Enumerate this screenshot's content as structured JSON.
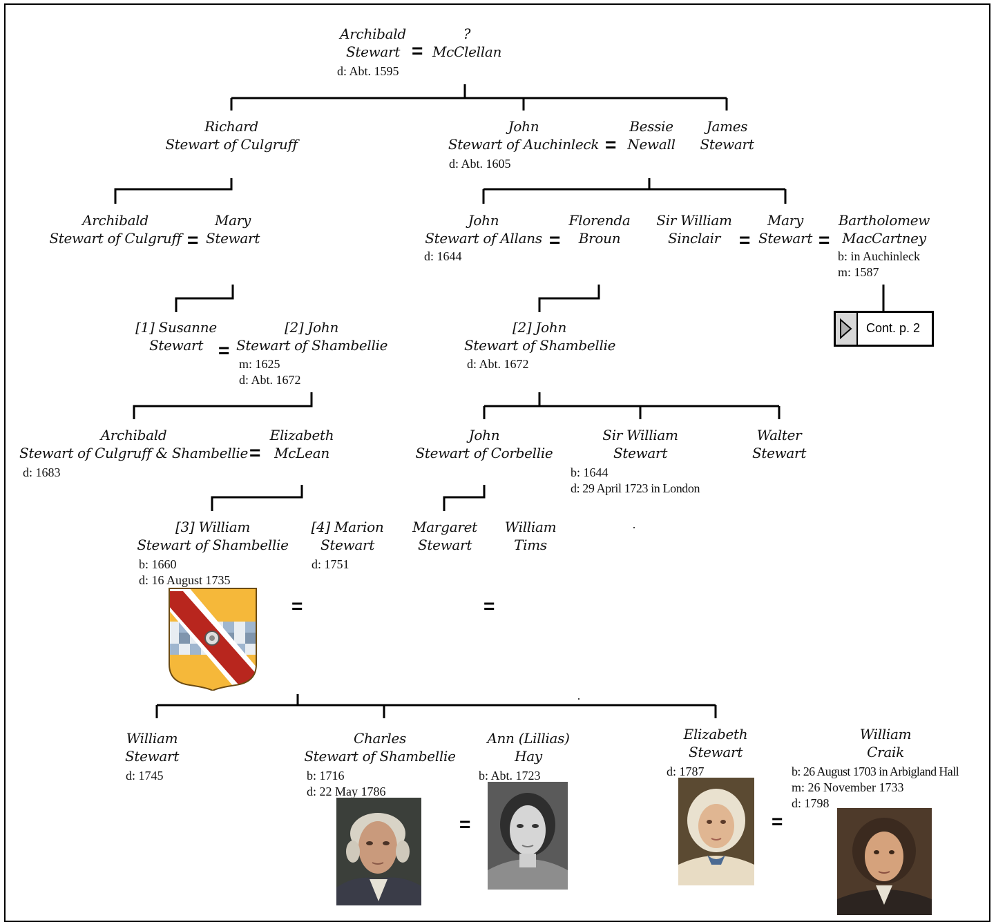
{
  "people": {
    "archibald_sr": {
      "name1": "Archibald",
      "name2": "Stewart",
      "details": [
        "d: Abt. 1595"
      ]
    },
    "mcclellan": {
      "name1": "?",
      "name2": "McClellan",
      "details": []
    },
    "richard": {
      "name1": "Richard",
      "name2": "Stewart of Culgruff",
      "details": []
    },
    "john_auchinleck": {
      "name1": "John",
      "name2": "Stewart of Auchinleck",
      "details": [
        "d: Abt. 1605"
      ]
    },
    "bessie": {
      "name1": "Bessie",
      "name2": "Newall",
      "details": []
    },
    "james": {
      "name1": "James",
      "name2": "Stewart",
      "details": []
    },
    "archibald_culgruff": {
      "name1": "Archibald",
      "name2": "Stewart of Culgruff",
      "details": []
    },
    "mary_stewart_1": {
      "name1": "Mary",
      "name2": "Stewart",
      "details": []
    },
    "john_allans": {
      "name1": "John",
      "name2": "Stewart of Allans",
      "details": [
        "d: 1644"
      ]
    },
    "florenda": {
      "name1": "Florenda",
      "name2": "Broun",
      "details": []
    },
    "sir_william_sinclair": {
      "name1": "Sir William",
      "name2": "Sinclair",
      "details": []
    },
    "mary_stewart_2": {
      "name1": "Mary",
      "name2": "Stewart",
      "details": []
    },
    "bartholomew": {
      "name1": "Bartholomew",
      "name2": "MacCartney",
      "details": [
        "b: in Auchinleck",
        "m: 1587"
      ]
    },
    "susanne": {
      "name1": "[1] Susanne",
      "name2": "Stewart",
      "details": []
    },
    "john_shambellie_a": {
      "name1": "[2] John",
      "name2": "Stewart of Shambellie",
      "details": [
        "m: 1625",
        "d: Abt. 1672"
      ]
    },
    "john_shambellie_b": {
      "name1": "[2] John",
      "name2": "Stewart of Shambellie",
      "details": [
        "d: Abt. 1672"
      ]
    },
    "archibald_cs": {
      "name1": "Archibald",
      "name2": "Stewart of Culgruff & Shambellie",
      "details": [
        "d: 1683"
      ]
    },
    "elizabeth_mclean": {
      "name1": "Elizabeth",
      "name2": "McLean",
      "details": []
    },
    "john_corbellie": {
      "name1": "John",
      "name2": "Stewart of Corbellie",
      "details": []
    },
    "sir_william_stewart": {
      "name1": "Sir William",
      "name2": "Stewart",
      "details": [
        "b: 1644",
        "d: 29 April 1723 in London"
      ]
    },
    "walter": {
      "name1": "Walter",
      "name2": "Stewart",
      "details": []
    },
    "william_shambellie": {
      "name1": "[3] William",
      "name2": "Stewart of Shambellie",
      "details": [
        "b: 1660",
        "d: 16 August 1735"
      ]
    },
    "marion": {
      "name1": "[4] Marion",
      "name2": "Stewart",
      "details": [
        "d: 1751"
      ]
    },
    "margaret": {
      "name1": "Margaret",
      "name2": "Stewart",
      "details": []
    },
    "william_tims": {
      "name1": "William",
      "name2": "Tims",
      "details": []
    },
    "william_stewart_jr": {
      "name1": "William",
      "name2": "Stewart",
      "details": [
        "d: 1745"
      ]
    },
    "charles": {
      "name1": "Charles",
      "name2": "Stewart of Shambellie",
      "details": [
        "b: 1716",
        "d: 22 May 1786"
      ]
    },
    "ann_hay": {
      "name1": "Ann (Lillias)",
      "name2": "Hay",
      "details": [
        "b: Abt. 1723"
      ]
    },
    "elizabeth_stewart": {
      "name1": "Elizabeth",
      "name2": "Stewart",
      "details": [
        "d: 1787"
      ]
    },
    "william_craik": {
      "name1": "William",
      "name2": "Craik",
      "details": [
        "b: 26 August 1703 in Arbigland Hall",
        "m: 26 November 1733",
        "d: 1798"
      ]
    }
  },
  "marriage_symbol": "=",
  "continuation": {
    "label": "Cont. p. 2"
  },
  "colors": {
    "line": "#000000",
    "arms_field": "#f5b83a",
    "arms_bend": "#b8261e",
    "arms_check_blue": "#9fb6cf"
  }
}
